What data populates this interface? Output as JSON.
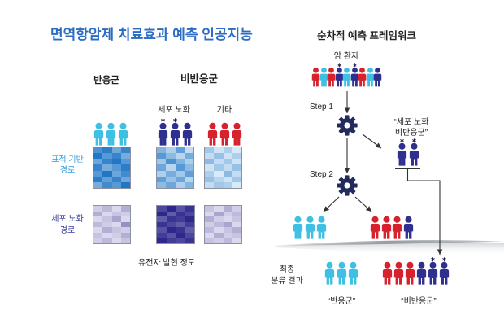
{
  "title": "면역항암제 치료효과 예측 인공지능",
  "colors": {
    "title": "#2b6cc4",
    "responder": "#3ec0e4",
    "senescence": "#2e2f8e",
    "other": "#d7222e",
    "marker": "#1d1f4a",
    "gear": "#232a5c",
    "target_pathway_label": "#2f9ed8",
    "senescence_pathway_label": "#34369b"
  },
  "left_panel": {
    "responder_header": "반응군",
    "nonresponder_header": "비반응군",
    "senescence_subheader": "세포 노화",
    "other_subheader": "기타",
    "groups": {
      "responder": [
        "responder-person-icon",
        "responder-person-icon",
        "responder-person-icon"
      ],
      "senescence": [
        "senescence-marked-person-icon",
        "senescence-marked-person-icon",
        "senescence-person-icon"
      ],
      "other": [
        "other-person-icon",
        "other-person-icon",
        "other-person-icon"
      ]
    },
    "pathway_rows": [
      {
        "label_line1": "표적 기반",
        "label_line2": "경로",
        "color_scale": [
          "#eef7fd",
          "#1670c2"
        ],
        "heatmaps": [
          [
            [
              0.75,
              0.9,
              0.6,
              0.85
            ],
            [
              0.95,
              0.7,
              0.85,
              0.55
            ],
            [
              0.6,
              0.85,
              0.95,
              0.7
            ],
            [
              0.85,
              0.55,
              0.7,
              0.9
            ],
            [
              0.7,
              0.95,
              0.6,
              0.8
            ],
            [
              0.9,
              0.65,
              0.85,
              0.6
            ],
            [
              0.55,
              0.8,
              0.7,
              0.95
            ]
          ],
          [
            [
              0.5,
              0.3,
              0.65,
              0.2
            ],
            [
              0.7,
              0.45,
              0.25,
              0.55
            ],
            [
              0.35,
              0.75,
              0.5,
              0.3
            ],
            [
              0.6,
              0.25,
              0.7,
              0.45
            ],
            [
              0.3,
              0.55,
              0.35,
              0.65
            ],
            [
              0.65,
              0.4,
              0.6,
              0.25
            ],
            [
              0.45,
              0.6,
              0.3,
              0.5
            ]
          ],
          [
            [
              0.35,
              0.15,
              0.3,
              0.1
            ],
            [
              0.2,
              0.4,
              0.15,
              0.3
            ],
            [
              0.45,
              0.2,
              0.35,
              0.15
            ],
            [
              0.15,
              0.35,
              0.2,
              0.4
            ],
            [
              0.3,
              0.1,
              0.45,
              0.2
            ],
            [
              0.4,
              0.25,
              0.15,
              0.35
            ],
            [
              0.2,
              0.35,
              0.3,
              0.1
            ]
          ]
        ]
      },
      {
        "label_line1": "세포 노화",
        "label_line2": "경로",
        "color_scale": [
          "#eeedf7",
          "#251e86"
        ],
        "heatmaps": [
          [
            [
              0.15,
              0.25,
              0.1,
              0.3
            ],
            [
              0.3,
              0.1,
              0.2,
              0.15
            ],
            [
              0.1,
              0.2,
              0.35,
              0.1
            ],
            [
              0.25,
              0.15,
              0.1,
              0.45
            ],
            [
              0.1,
              0.3,
              0.2,
              0.15
            ],
            [
              0.2,
              0.1,
              0.15,
              0.3
            ],
            [
              0.15,
              0.25,
              0.1,
              0.2
            ]
          ],
          [
            [
              0.8,
              0.95,
              0.75,
              0.9
            ],
            [
              0.95,
              0.7,
              0.9,
              0.8
            ],
            [
              0.7,
              0.9,
              0.85,
              0.95
            ],
            [
              0.9,
              0.8,
              0.7,
              0.85
            ],
            [
              0.75,
              0.95,
              0.9,
              0.7
            ],
            [
              0.85,
              0.75,
              0.95,
              0.8
            ],
            [
              0.95,
              0.85,
              0.8,
              0.9
            ]
          ],
          [
            [
              0.2,
              0.1,
              0.3,
              0.15
            ],
            [
              0.1,
              0.35,
              0.15,
              0.25
            ],
            [
              0.3,
              0.15,
              0.1,
              0.2
            ],
            [
              0.15,
              0.25,
              0.35,
              0.1
            ],
            [
              0.25,
              0.1,
              0.2,
              0.3
            ],
            [
              0.1,
              0.3,
              0.15,
              0.2
            ],
            [
              0.2,
              0.15,
              0.25,
              0.1
            ]
          ]
        ]
      }
    ],
    "axis_label": "유전자 발현 정도"
  },
  "right_panel": {
    "title": "순차적 예측 프레임워크",
    "patients_label": "암 환자",
    "patients": [
      "other-person-icon",
      "responder-person-icon",
      "other-person-icon",
      "senescence-marked-person-icon",
      "responder-person-icon",
      "senescence-marked-person-icon",
      "other-person-icon",
      "responder-person-icon",
      "senescence-person-icon"
    ],
    "step1_label": "Step 1",
    "step2_label": "Step 2",
    "senescence_nonresponder_label_line1": "“세포 노화",
    "senescence_nonresponder_label_line2": "비반응군”",
    "senescence_nonresponders": [
      "senescence-marked-person-icon",
      "senescence-marked-person-icon"
    ],
    "step2_responders": [
      "responder-person-icon",
      "responder-person-icon",
      "responder-person-icon"
    ],
    "step2_nonresponders": [
      "other-person-icon",
      "other-person-icon",
      "other-person-icon",
      "senescence-person-icon"
    ],
    "final_label_line1": "최종",
    "final_label_line2": "분류 결과",
    "final_responders": [
      "responder-person-icon",
      "responder-person-icon",
      "responder-person-icon"
    ],
    "final_nonresponders": [
      "other-person-icon",
      "other-person-icon",
      "other-person-icon",
      "senescence-person-icon",
      "senescence-marked-person-icon",
      "senescence-marked-person-icon"
    ],
    "final_responder_label": "“반응군”",
    "final_nonresponder_label": "“비반응군”"
  }
}
